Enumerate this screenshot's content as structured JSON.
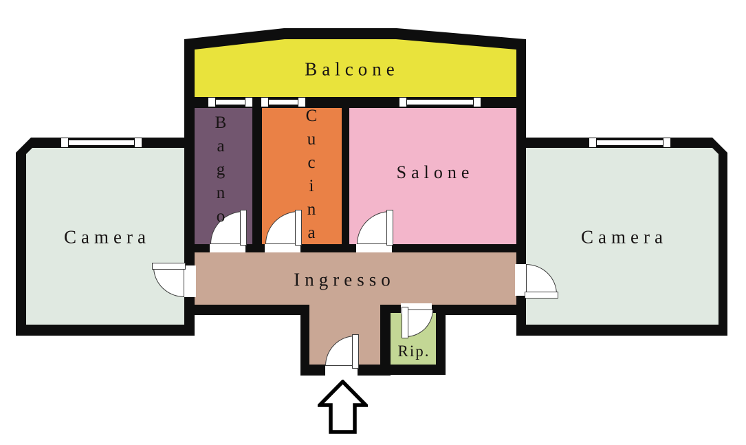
{
  "plan": {
    "background": "#ffffff",
    "wall_color": "#0e0e0e",
    "rooms": {
      "balcone": {
        "label": "Balcone",
        "color": "#e9e33c"
      },
      "bagno": {
        "label": "Bagno",
        "color": "#72566f"
      },
      "cucina": {
        "label": "Cucina",
        "color": "#ea8146"
      },
      "salone": {
        "label": "Salone",
        "color": "#f3b6cb"
      },
      "camera_sx": {
        "label": "Camera",
        "color": "#e0e9e1"
      },
      "camera_dx": {
        "label": "Camera",
        "color": "#e0e9e1"
      },
      "ingresso": {
        "label": "Ingresso",
        "color": "#c9a795"
      },
      "ripostiglio": {
        "label": "Rip.",
        "color": "#c3d795"
      }
    },
    "symbols": {
      "entrance_arrow": "up-arrow",
      "door_count": 7,
      "window_count": 5
    }
  }
}
